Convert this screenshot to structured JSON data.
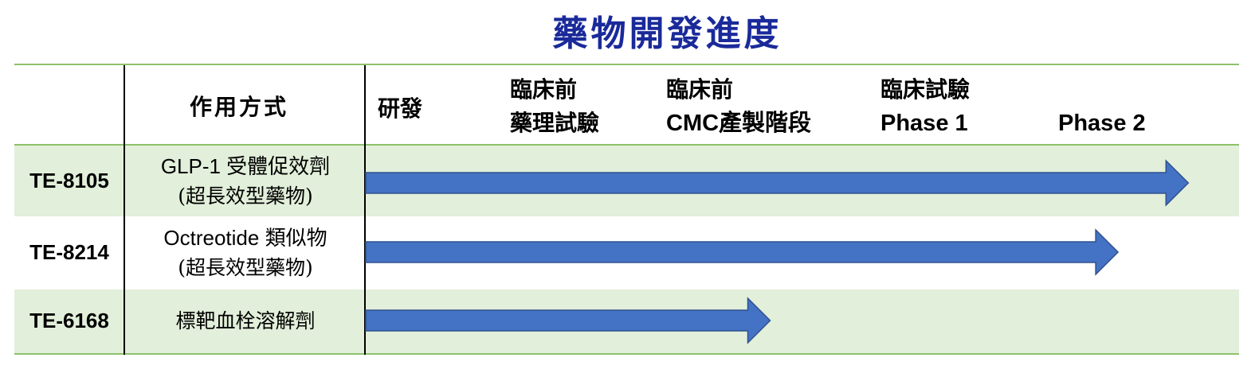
{
  "title": "藥物開發進度",
  "header": {
    "mechanism": "作用方式",
    "stages": [
      {
        "line1": "研發",
        "line2": ""
      },
      {
        "line1": "臨床前",
        "line2": "藥理試驗"
      },
      {
        "line1": "臨床前",
        "line2": "CMC產製階段"
      },
      {
        "line1": "臨床試驗",
        "line2": "Phase 1"
      },
      {
        "line1": "",
        "line2": "Phase 2"
      }
    ]
  },
  "drugs": [
    {
      "name": "TE-8105",
      "mech_line1": "GLP-1 受體促效劑",
      "mech_line2": "(超長效型藥物)",
      "progress_stage": 4.74
    },
    {
      "name": "TE-8214",
      "mech_line1": "Octreotide 類似物",
      "mech_line2": "(超長效型藥物)",
      "progress_stage": 4.38
    },
    {
      "name": "TE-6168",
      "mech_line1": "標靶血栓溶解劑",
      "mech_line2": "",
      "progress_stage": 2.55
    }
  ],
  "colors": {
    "title": "#1a2a9a",
    "row_green": "#e2efda",
    "rule_green": "#8dc26b",
    "arrow_fill": "#4472c4",
    "arrow_stroke": "#2f528f"
  }
}
